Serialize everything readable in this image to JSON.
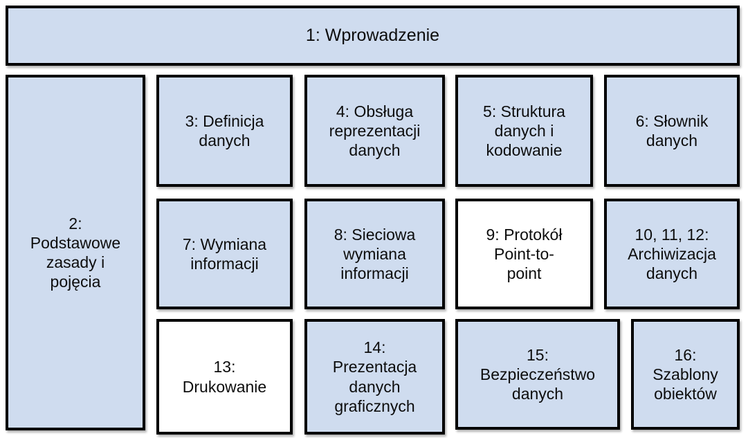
{
  "diagram": {
    "title": "1: Wprowadzenie",
    "type": "block-structure-map",
    "colors": {
      "fill_blue": "#cfdcef",
      "fill_white": "#ffffff",
      "border": "#000000",
      "text": "#0d0d0d",
      "background": "#ffffff"
    },
    "header": {
      "id": "1",
      "label": "1: Wprowadzenie",
      "fill": "blue"
    },
    "left_column": {
      "id": "2",
      "label": "2:\nPodstawowe\nzasady i\npojęcia",
      "fill": "blue"
    },
    "grid": {
      "rows": 3,
      "columns": 4,
      "cells": [
        {
          "id": "3",
          "label": "3: Definicja\ndanych",
          "fill": "blue",
          "row": 1,
          "col": 1
        },
        {
          "id": "4",
          "label": "4: Obsługa\nreprezentacji\ndanych",
          "fill": "blue",
          "row": 1,
          "col": 2
        },
        {
          "id": "5",
          "label": "5: Struktura\ndanych i\nkodowanie",
          "fill": "blue",
          "row": 1,
          "col": 3
        },
        {
          "id": "6",
          "label": "6: Słownik\ndanych",
          "fill": "blue",
          "row": 1,
          "col": 4
        },
        {
          "id": "7",
          "label": "7: Wymiana\ninformacji",
          "fill": "blue",
          "row": 2,
          "col": 1
        },
        {
          "id": "8",
          "label": "8: Sieciowa\nwymiana\ninformacji",
          "fill": "blue",
          "row": 2,
          "col": 2
        },
        {
          "id": "9",
          "label": "9: Protokół\nPoint-to-\npoint",
          "fill": "white",
          "row": 2,
          "col": 3
        },
        {
          "id": "10",
          "label": "10, 11, 12:\nArchiwizacja\ndanych",
          "fill": "blue",
          "row": 2,
          "col": 4
        },
        {
          "id": "13",
          "label": "13:\nDrukowanie",
          "fill": "white",
          "row": 3,
          "col": 1
        },
        {
          "id": "14",
          "label": "14:\nPrezentacja\ndanych\ngraficznych",
          "fill": "blue",
          "row": 3,
          "col": 2
        },
        {
          "id": "15",
          "label": "15:\nBezpieczeństwo\ndanych",
          "fill": "blue",
          "row": 3,
          "col": 3
        },
        {
          "id": "16",
          "label": "16:\nSzablony\nobiektów",
          "fill": "blue",
          "row": 3,
          "col": 4
        }
      ]
    }
  }
}
